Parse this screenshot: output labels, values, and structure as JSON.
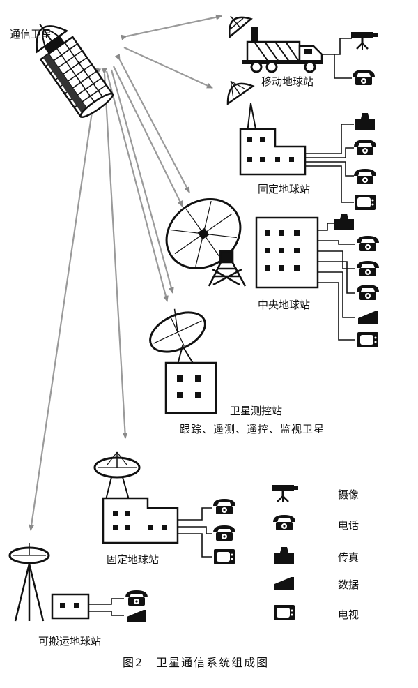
{
  "labels": {
    "satellite": "通信卫星",
    "mobile_station": "移动地球站",
    "fixed_station_top": "固定地球站",
    "central_station": "中央地球站",
    "ttc_station": "卫星测控站",
    "ttc_functions": "跟踪、遥测、遥控、监视卫星",
    "fixed_station_bottom": "固定地球站",
    "portable_station": "可搬运地球站"
  },
  "legend": {
    "items": [
      {
        "icon": "camera-icon",
        "label": "摄像"
      },
      {
        "icon": "telephone-icon",
        "label": "电话"
      },
      {
        "icon": "fax-icon",
        "label": "传真"
      },
      {
        "icon": "data-terminal-icon",
        "label": "数据"
      },
      {
        "icon": "television-icon",
        "label": "电视"
      }
    ]
  },
  "caption": "图2　卫星通信系统组成图",
  "colors": {
    "ink": "#111111",
    "link": "#9a9a9a",
    "background": "#ffffff"
  }
}
